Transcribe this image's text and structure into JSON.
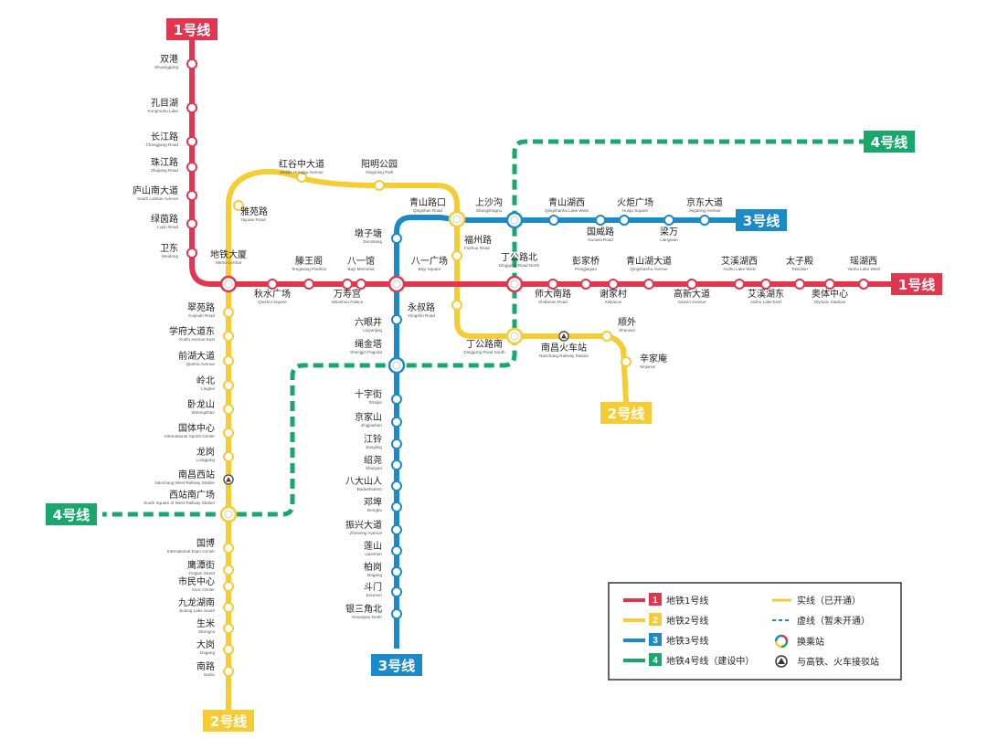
{
  "colors": {
    "line1": "#e0364f",
    "line2": "#f5cc33",
    "line3": "#1b8ac8",
    "line4": "#18a86b"
  },
  "badges": {
    "line1_top": "1号线",
    "line1_right": "1号线",
    "line2_bottom": "2号线",
    "line2_right": "2号线",
    "line3_right": "3号线",
    "line3_bottom": "3号线",
    "line4_top": "4号线",
    "line4_left": "4号线"
  },
  "stations": {
    "shuanggang": {
      "cn": "双港",
      "en": "Shuanggang"
    },
    "kongmuhu": {
      "cn": "孔目湖",
      "en": "Kongmuhu Lake"
    },
    "changjianglu": {
      "cn": "长江路",
      "en": "Changjiang Road"
    },
    "zhujianglu": {
      "cn": "珠江路",
      "en": "Zhujiang Road"
    },
    "lushannan": {
      "cn": "庐山南大道",
      "en": "South Lushan Avenue"
    },
    "lvyinlu": {
      "cn": "绿茵路",
      "en": "Lvyin Road"
    },
    "weidong": {
      "cn": "卫东",
      "en": "Weidong"
    },
    "ditiedasha": {
      "cn": "地铁大厦",
      "en": "Metro Central"
    },
    "qiushuiguangchang": {
      "cn": "秋水广场",
      "en": "Qiushui Square"
    },
    "tengwangge": {
      "cn": "滕王阁",
      "en": "Tengwang Pavilion"
    },
    "wanshougong": {
      "cn": "万寿宫",
      "en": "Wanshou Palace"
    },
    "bayiguan": {
      "cn": "八一馆",
      "en": "Bayi Memorial"
    },
    "bayiguangchang": {
      "cn": "八一广场",
      "en": "Bayi Square"
    },
    "dinggonglubei": {
      "cn": "丁公路北",
      "en": "Dinggong Road North"
    },
    "shidananlu": {
      "cn": "师大南路",
      "en": "Shidanan Road"
    },
    "pengjiaqiao": {
      "cn": "彭家桥",
      "en": "Pengjiaqiao"
    },
    "xiejiacun": {
      "cn": "谢家村",
      "en": "Xiejiacun"
    },
    "qingshanhudadao": {
      "cn": "青山湖大道",
      "en": "Qingshanhu Avenue"
    },
    "gaoxindadao": {
      "cn": "高新大道",
      "en": "Gaoxin Avenue"
    },
    "aixihuxi": {
      "cn": "艾溪湖西",
      "en": "Aixihu Lake West"
    },
    "aixihudong": {
      "cn": "艾溪湖东",
      "en": "Aixihu Lake East"
    },
    "taizidian": {
      "cn": "太子殿",
      "en": "Taizidian"
    },
    "aotizhongxin": {
      "cn": "奥体中心",
      "en": "Olympic Stadium"
    },
    "yaohuxi": {
      "cn": "瑶湖西",
      "en": "Yaohu Lake West"
    },
    "chuyuanlu": {
      "cn": "翠苑路",
      "en": "Cuiyuan Road"
    },
    "xuefudadaodong": {
      "cn": "学府大道东",
      "en": "Xuefu Avenue East"
    },
    "qianhudadao": {
      "cn": "前湖大道",
      "en": "Qianhu Avenue"
    },
    "lingbei": {
      "cn": "岭北",
      "en": "Lingbei"
    },
    "wolongshan": {
      "cn": "卧龙山",
      "en": "Wolongshan"
    },
    "guotizhongxin": {
      "cn": "国体中心",
      "en": "International Sports Center"
    },
    "longgang": {
      "cn": "龙岗",
      "en": "Longgang"
    },
    "nanchangxizhan": {
      "cn": "南昌西站",
      "en": "Nanchang West Railway Station"
    },
    "xizhannanguangchang": {
      "cn": "西站南广场",
      "en": "South Square of West Railway Station"
    },
    "guobo": {
      "cn": "国博",
      "en": "International Expo Center"
    },
    "yingtanjie": {
      "cn": "鹰潭街",
      "en": "Yingtan Street"
    },
    "shiminzhongxin": {
      "cn": "市民中心",
      "en": "Civic Center"
    },
    "jiulonghunan": {
      "cn": "九龙湖南",
      "en": "Jiulong Lake South"
    },
    "shengmi": {
      "cn": "生米",
      "en": "Shengmi"
    },
    "dagang": {
      "cn": "大岗",
      "en": "Dagang"
    },
    "nanlu": {
      "cn": "南路",
      "en": "Nanlu"
    },
    "yanjianglu": {
      "cn": "雅苑路",
      "en": "Yayuan Road"
    },
    "honggu": {
      "cn": "红谷中大道",
      "en": "Middle Honggu Avenue"
    },
    "yangminggongyuan": {
      "cn": "阳明公园",
      "en": "Yangming Park"
    },
    "qingshanlukou": {
      "cn": "青山路口",
      "en": "Qingshan Road"
    },
    "fuzhoulu": {
      "cn": "福州路",
      "en": "Fuzhou Road"
    },
    "yongshulu": {
      "cn": "永叔路",
      "en": "Yongshu Road"
    },
    "dinggonglunan": {
      "cn": "丁公路南",
      "en": "Dinggong Road South"
    },
    "nanchanghuochezhan": {
      "cn": "南昌火车站",
      "en": "Nanchang Railway Station"
    },
    "shunwai": {
      "cn": "顺外",
      "en": "Shunwai"
    },
    "xinjiaan": {
      "cn": "辛家庵",
      "en": "Xinjia'an"
    },
    "shashakou": {
      "cn": "上沙沟",
      "en": "Shangshagou"
    },
    "qingshanhuxi": {
      "cn": "青山湖西",
      "en": "Qingshanhu Lake West"
    },
    "huojuguangchang": {
      "cn": "火炬广场",
      "en": "Huoju Square"
    },
    "jingdongdadao": {
      "cn": "京东大道",
      "en": "Jingdong Avenue"
    },
    "guoweilu": {
      "cn": "国威路",
      "en": "Guowei Road"
    },
    "liangwan": {
      "cn": "梁万",
      "en": "Liangwan"
    },
    "tanzitang": {
      "cn": "墩子塘",
      "en": "Dunzitang"
    },
    "liuyanjing": {
      "cn": "六眼井",
      "en": "Liuyanjing"
    },
    "shengjinta": {
      "cn": "绳金塔",
      "en": "Shengjin Pagoda"
    },
    "shizijie": {
      "cn": "十字街",
      "en": "Shizijie"
    },
    "jingjiashan": {
      "cn": "京家山",
      "en": "Jingjiashan"
    },
    "jiangling": {
      "cn": "江铃",
      "en": "Jiangling"
    },
    "xiaoyao": {
      "cn": "绍尧",
      "en": "Shaoyao"
    },
    "badashanren": {
      "cn": "八大山人",
      "en": "Badashanren"
    },
    "dengbu": {
      "cn": "邓埠",
      "en": "Dengbu"
    },
    "zhenxingdadao": {
      "cn": "振兴大道",
      "en": "Zhenxing Avenue"
    },
    "lianshan": {
      "cn": "莲山",
      "en": "Lianshan"
    },
    "bogang": {
      "cn": "柏岗",
      "en": "Bogang"
    },
    "doumen": {
      "cn": "斗门",
      "en": "Doumen"
    },
    "yinsanjiaobei": {
      "cn": "银三角北",
      "en": "Yinsanjiao North"
    }
  },
  "legend": {
    "l1_num": "1",
    "l1_label": "地铁1号线",
    "l2_num": "2",
    "l2_label": "地铁2号线",
    "l3_num": "3",
    "l3_label": "地铁3号线",
    "l4_num": "4",
    "l4_label": "地铁4号线（建设中）",
    "solid_label": "实线（已开通）",
    "dashed_label": "虚线（暂未开通）",
    "transfer_label": "换乘站",
    "rail_label": "与高铁、火车接驳站"
  }
}
